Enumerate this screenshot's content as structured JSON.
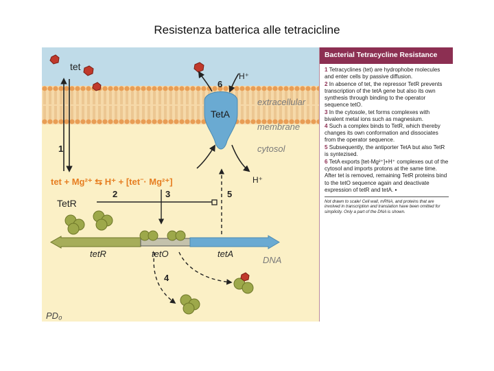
{
  "slide_title": "Resistenza batterica alle tetracicline",
  "panel": {
    "title": "Bacterial Tetracycline Resistance",
    "steps": [
      {
        "num": "1",
        "text": "Tetracyclines (tet) are hydrophobe molecules and enter cells by passive diffusion."
      },
      {
        "num": "2",
        "text": "In absence of tet, the repressor TetR prevents transcription of the tetA gene but also its own synthesis through binding to the operator sequence tetO."
      },
      {
        "num": "3",
        "text": "In the cytosole, tet forms complexes with bivalent metal ions such as magnesium."
      },
      {
        "num": "4",
        "text": "Such a complex binds to TetR, which thereby changes its own conformation and dissociates from the operator sequence."
      },
      {
        "num": "5",
        "text": "Subsequently, the antiporter TetA but also TetR is syntezised."
      },
      {
        "num": "6",
        "text": "TetA exports [tet-Mg²⁺]+H⁺ complexes out of the cytosol and imports protons at the same time."
      },
      {
        "num": "",
        "text": "After tet is removed, remaining TetR proteins bind to the tetO sequence again and deactivate expression of tetR and tetA. ▪"
      }
    ],
    "footnote": "Not drawn to scale! Cell wall, mRNA, and proteins that are involved in transcription and translation have been omitted for simplicity. Only a part of the DNA is shown."
  },
  "diagram": {
    "tet_label": "tet",
    "h_plus_top": "H⁺",
    "h_plus_bottom": "H⁺",
    "step6": "6",
    "teta_protein": "TetA",
    "extracellular": "extracellular",
    "membrane": "membrane",
    "cytosol": "cytosol",
    "step1": "1",
    "equation_part1": "tet + Mg²⁺ ⇆ H⁺ + [tet",
    "equation_part2": "· Mg²⁺]",
    "equation_minus": "−",
    "tetr_label": "TetR",
    "step2": "2",
    "step3": "3",
    "step5": "5",
    "step4": "4",
    "gene_tetr": "tetR",
    "gene_teto": "tetO",
    "gene_teta": "tetA",
    "dna": "DNA",
    "signature": "PD₀"
  },
  "colors": {
    "extracellular_bg": "#bfdbe8",
    "cytosol_bg": "#fbf0c6",
    "membrane_head": "#e89d55",
    "membrane_tail": "#f6d9a9",
    "teta": "#6aaad2",
    "tetr_protein": "#9da84a",
    "tet_molecule": "#c0392b",
    "tetr_gene": "#a6ad5a",
    "teta_gene": "#6aaad2",
    "accent": "#8c2f52",
    "equation_orange": "#e67e22",
    "label_gray": "#7a7a7a"
  }
}
